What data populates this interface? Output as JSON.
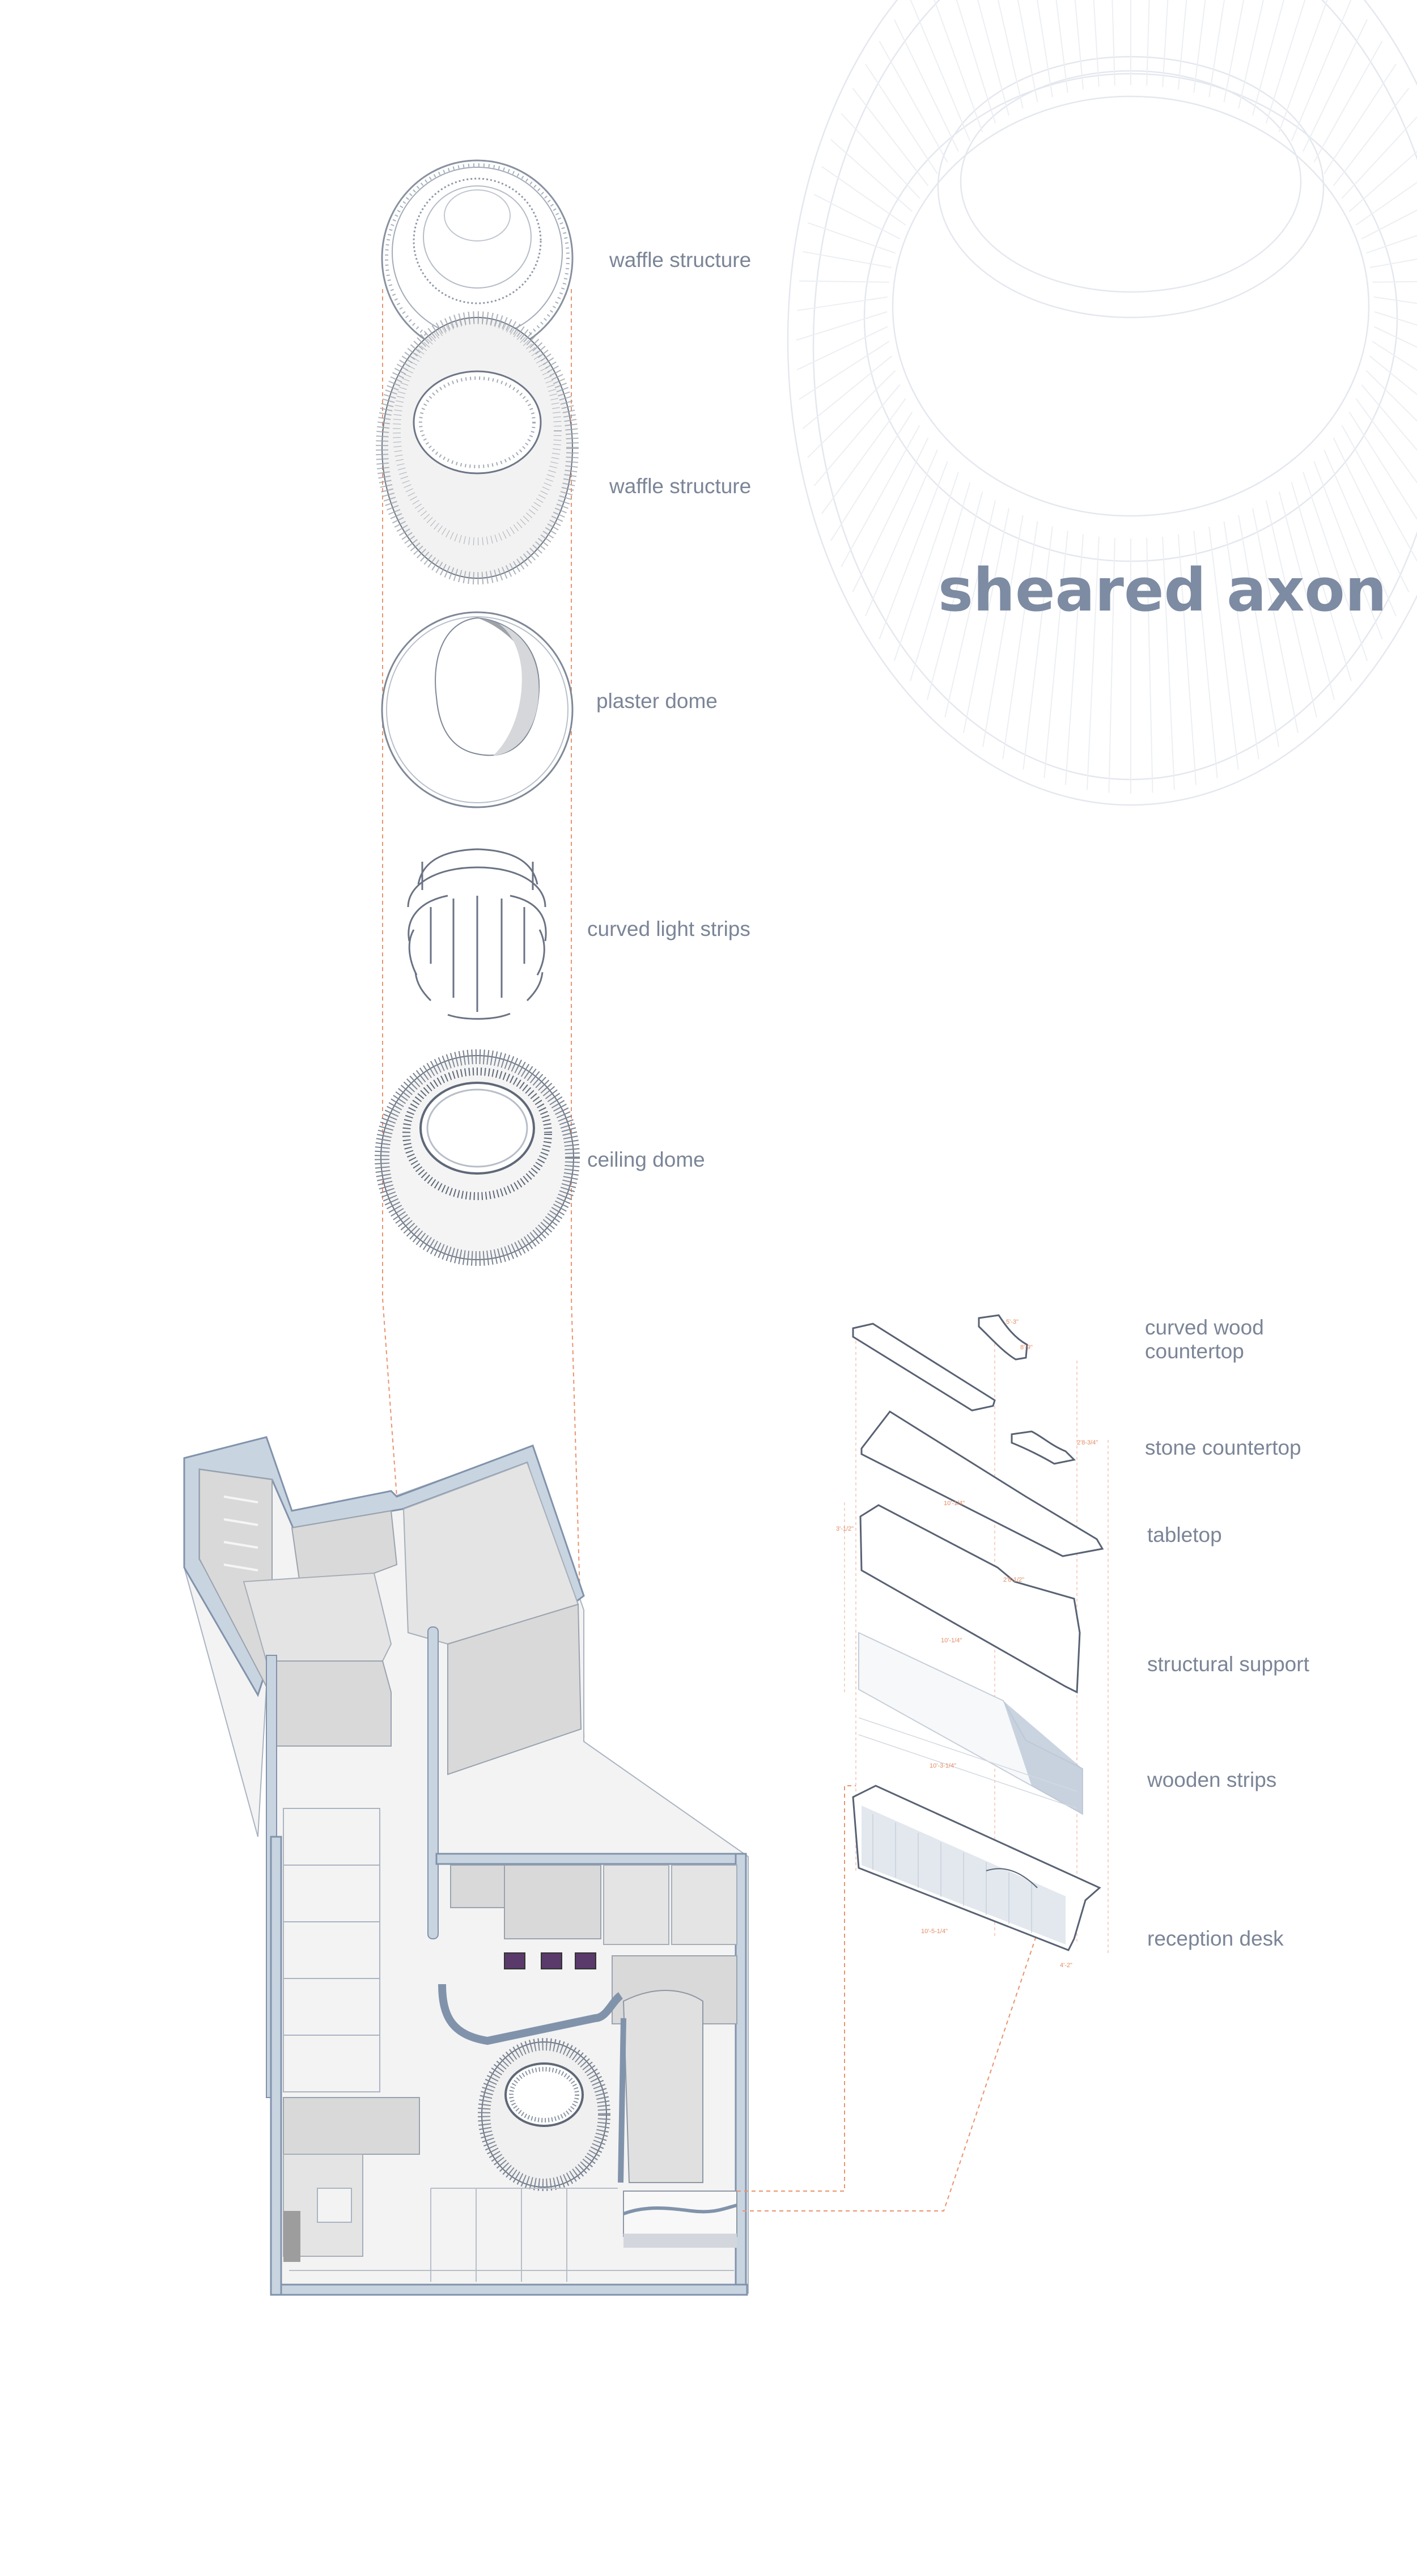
{
  "title": "sheared axon",
  "dome_layers": [
    {
      "label": "waffle structure",
      "icon": "waffle-ring-icon"
    },
    {
      "label": "waffle structure",
      "icon": "waffle-cone-icon"
    },
    {
      "label": "plaster dome",
      "icon": "plaster-dome-icon"
    },
    {
      "label": "curved light strips",
      "icon": "light-strips-icon"
    },
    {
      "label": "ceiling dome",
      "icon": "ceiling-dome-icon"
    }
  ],
  "desk_layers": [
    {
      "label_line1": "curved wood",
      "label_line2": "countertop"
    },
    {
      "label_line1": "stone countertop",
      "label_line2": ""
    },
    {
      "label_line1": "tabletop",
      "label_line2": ""
    },
    {
      "label_line1": "structural support",
      "label_line2": ""
    },
    {
      "label_line1": "wooden strips",
      "label_line2": ""
    },
    {
      "label_line1": "reception desk",
      "label_line2": ""
    }
  ],
  "colors": {
    "title": "#7d8ba3",
    "labels": "#7b8597",
    "leader_lines": "#e8946f",
    "walls": "#c9d4e1"
  }
}
